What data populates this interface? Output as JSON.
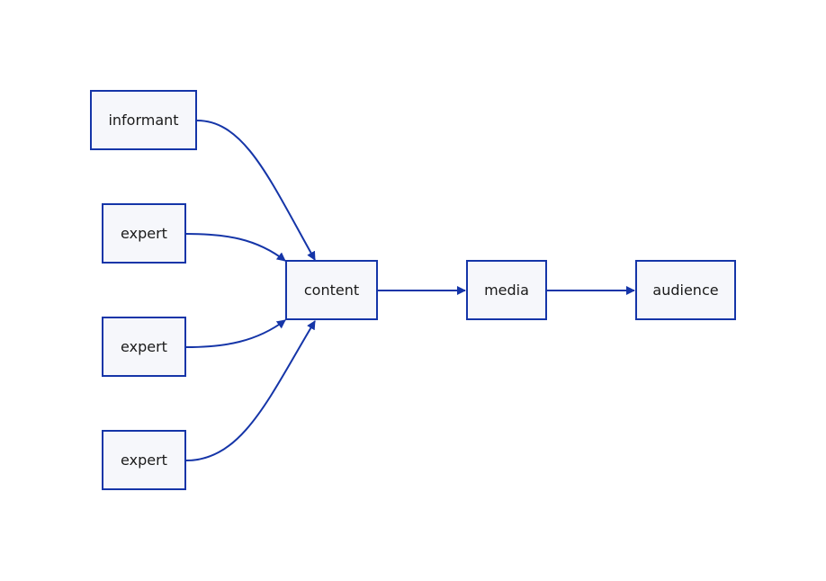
{
  "diagram": {
    "nodes": [
      {
        "id": "informant",
        "label": "informant"
      },
      {
        "id": "expert-1",
        "label": "expert"
      },
      {
        "id": "expert-2",
        "label": "expert"
      },
      {
        "id": "expert-3",
        "label": "expert"
      },
      {
        "id": "content",
        "label": "content"
      },
      {
        "id": "media",
        "label": "media"
      },
      {
        "id": "audience",
        "label": "audience"
      }
    ],
    "edges": [
      {
        "from": "informant",
        "to": "content"
      },
      {
        "from": "expert-1",
        "to": "content"
      },
      {
        "from": "expert-2",
        "to": "content"
      },
      {
        "from": "expert-3",
        "to": "content"
      },
      {
        "from": "content",
        "to": "media"
      },
      {
        "from": "media",
        "to": "audience"
      }
    ],
    "colors": {
      "stroke": "#1535a8",
      "node_fill": "#f6f7fb"
    }
  }
}
